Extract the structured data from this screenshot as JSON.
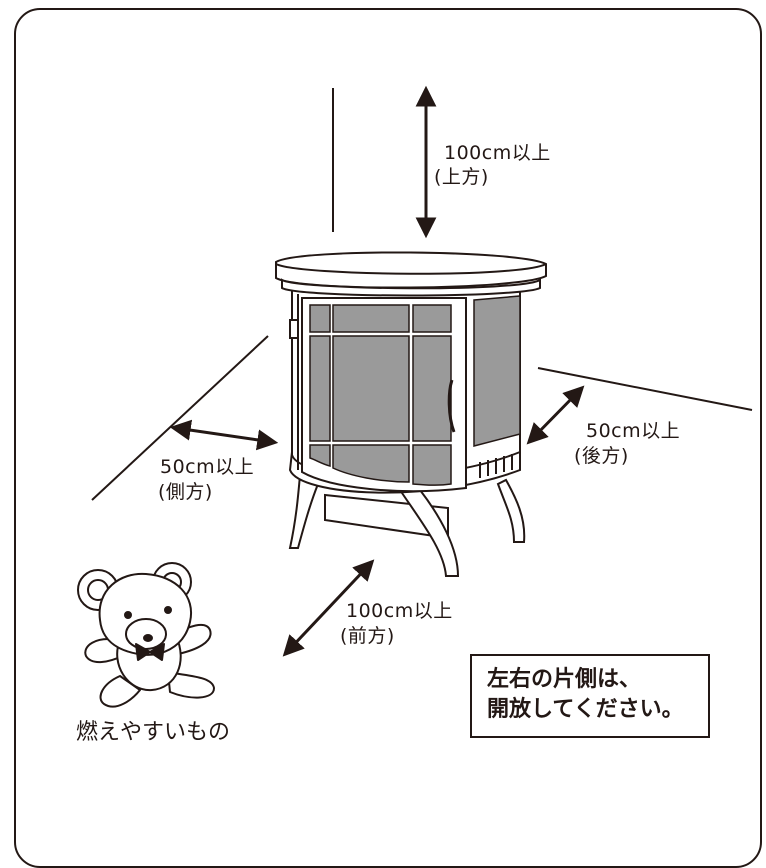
{
  "clearances": {
    "top": {
      "distance": "100cm以上",
      "direction": "(上方)"
    },
    "back": {
      "distance": "50cm以上",
      "direction": "(後方)"
    },
    "side": {
      "distance": "50cm以上",
      "direction": "(側方)"
    },
    "front": {
      "distance": "100cm以上",
      "direction": "(前方)"
    }
  },
  "note": {
    "line1": "左右の片側は、",
    "line2": "開放してください。"
  },
  "flammables_caption": "燃えやすいもの"
}
